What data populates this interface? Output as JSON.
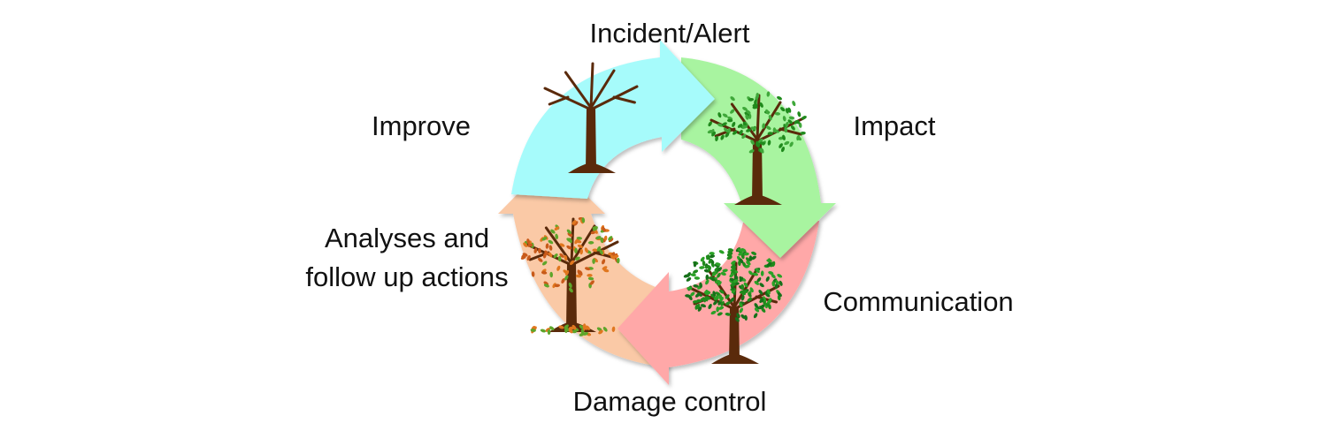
{
  "stages": [
    {
      "id": "incident",
      "label": "Incident/Alert",
      "color": "#a6fbfb",
      "season": "winter"
    },
    {
      "id": "impact",
      "label": "Impact",
      "color": "#a8f4a0",
      "season": "spring"
    },
    {
      "id": "communication",
      "label": "Communication",
      "color": "#ffa8a8",
      "season": "summer"
    },
    {
      "id": "damage",
      "label": "Damage control",
      "color": "#fac9a6",
      "season": "autumn"
    },
    {
      "id": "analyses",
      "label_lines": [
        "Analyses and",
        "follow up actions"
      ]
    },
    {
      "id": "improve",
      "label": "Improve"
    }
  ],
  "colors": {
    "trunk": "#5a2a0b",
    "leaf_spring": "#3fa83a",
    "leaf_summer": "#1f8a1c",
    "leaf_autumn_1": "#e0771f",
    "leaf_autumn_2": "#5ea52a"
  }
}
